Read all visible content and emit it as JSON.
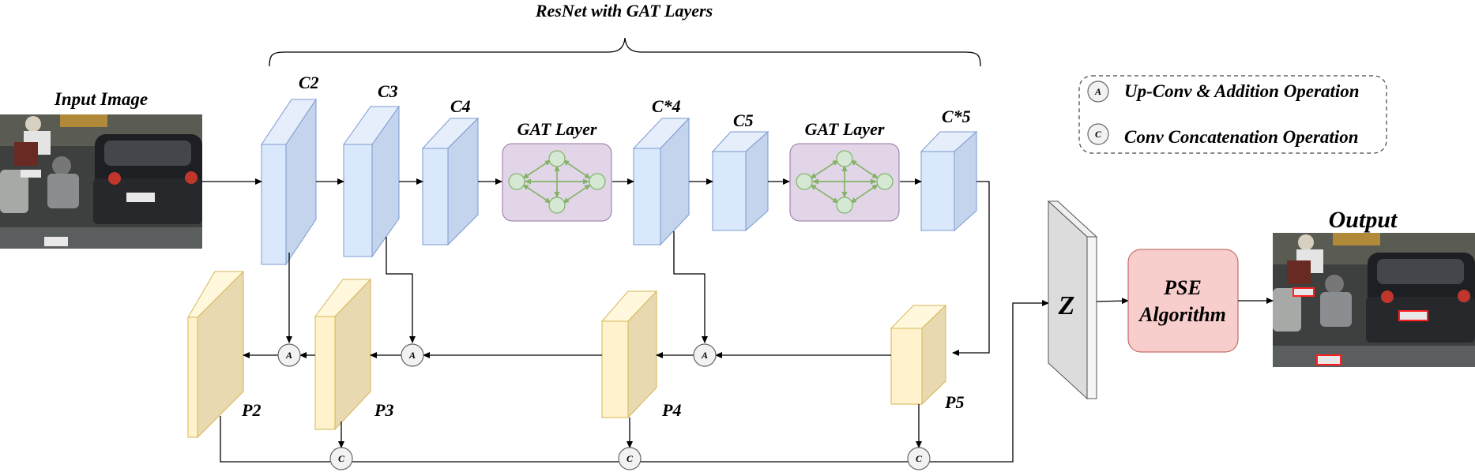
{
  "title": "ResNet with GAT Layers",
  "input_label": "Input Image",
  "output_label": "Output",
  "encoder": {
    "c2": "C2",
    "c3": "C3",
    "c4": "C4",
    "c4star": "C*4",
    "c5": "C5",
    "c5star": "C*5"
  },
  "gat_label": "GAT Layer",
  "fpn": {
    "p2": "P2",
    "p3": "P3",
    "p4": "P4",
    "p5": "P5"
  },
  "z_label": "Z",
  "pse": {
    "line1": "PSE",
    "line2": "Algorithm"
  },
  "ops": {
    "add_symbol": "A",
    "concat_symbol": "C"
  },
  "legend": {
    "add": {
      "symbol": "A",
      "text": "Up-Conv & Addition Operation"
    },
    "concat": {
      "symbol": "C",
      "text": "Conv Concatenation Operation"
    }
  },
  "colors": {
    "encoder_front": "#dae8fc",
    "encoder_side": "#c4d4ec",
    "encoder_stroke": "#7a9ad0",
    "fpn_front": "#fff2cc",
    "fpn_side": "#e8d9b0",
    "fpn_stroke": "#d6b656",
    "gat_fill": "#e1d5e7",
    "gat_node": "#d5e8d4",
    "gat_edge": "#82b366",
    "pse_fill": "#f8cecc",
    "pse_stroke": "#b85450",
    "z_fill": "#dcdcdc"
  }
}
